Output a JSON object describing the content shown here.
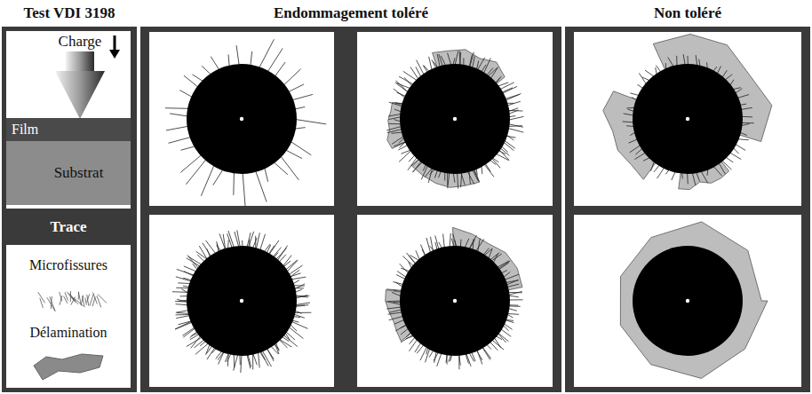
{
  "diagram": {
    "nodes": [
      {
        "text": [
          "Film"
        ]
      },
      {
        "text": [
          "Substrat"
        ]
      },
      {
        "text": [
          "Trace"
        ]
      }
    ],
    "labels": [
      "Test VDI 3198",
      "Endommagement toléré",
      "Non toléré",
      "Charge"
    ],
    "legend": [
      {
        "text": "Microfissures"
      },
      {
        "text": "Délamination"
      }
    ]
  }
}
